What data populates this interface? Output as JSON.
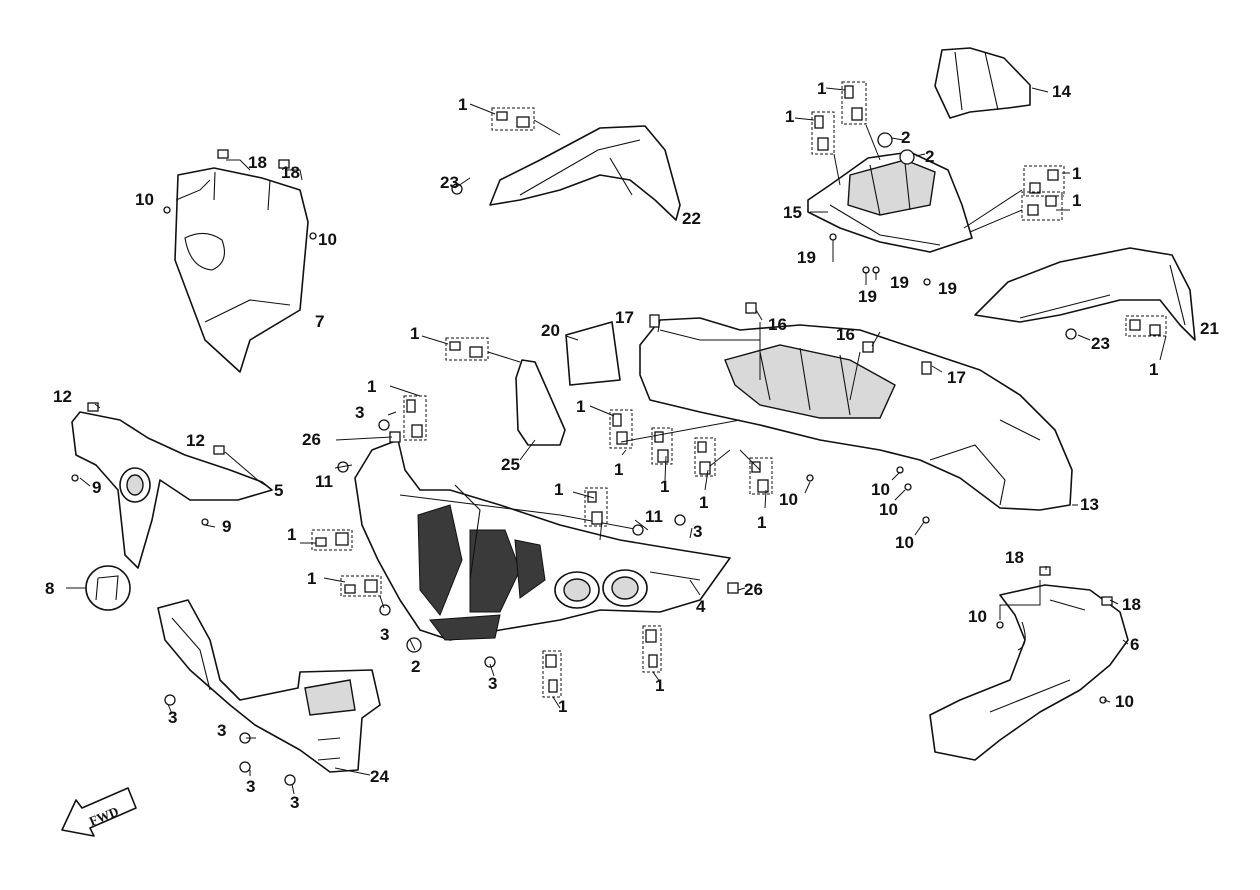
{
  "callouts": {
    "c1": "1",
    "c2": "2",
    "c3": "3",
    "c4": "4",
    "c5": "5",
    "c6": "6",
    "c7": "7",
    "c8": "8",
    "c9": "9",
    "c10": "10",
    "c11": "11",
    "c12": "12",
    "c13": "13",
    "c14": "14",
    "c15": "15",
    "c16": "16",
    "c17": "17",
    "c18": "18",
    "c19": "19",
    "c20": "20",
    "c21": "21",
    "c22": "22",
    "c23": "23",
    "c24": "24",
    "c25": "25",
    "c26": "26"
  },
  "direction_label": "FWD",
  "colors": {
    "line": "#111111",
    "background": "#ffffff",
    "grille": "#3a3a3a"
  }
}
